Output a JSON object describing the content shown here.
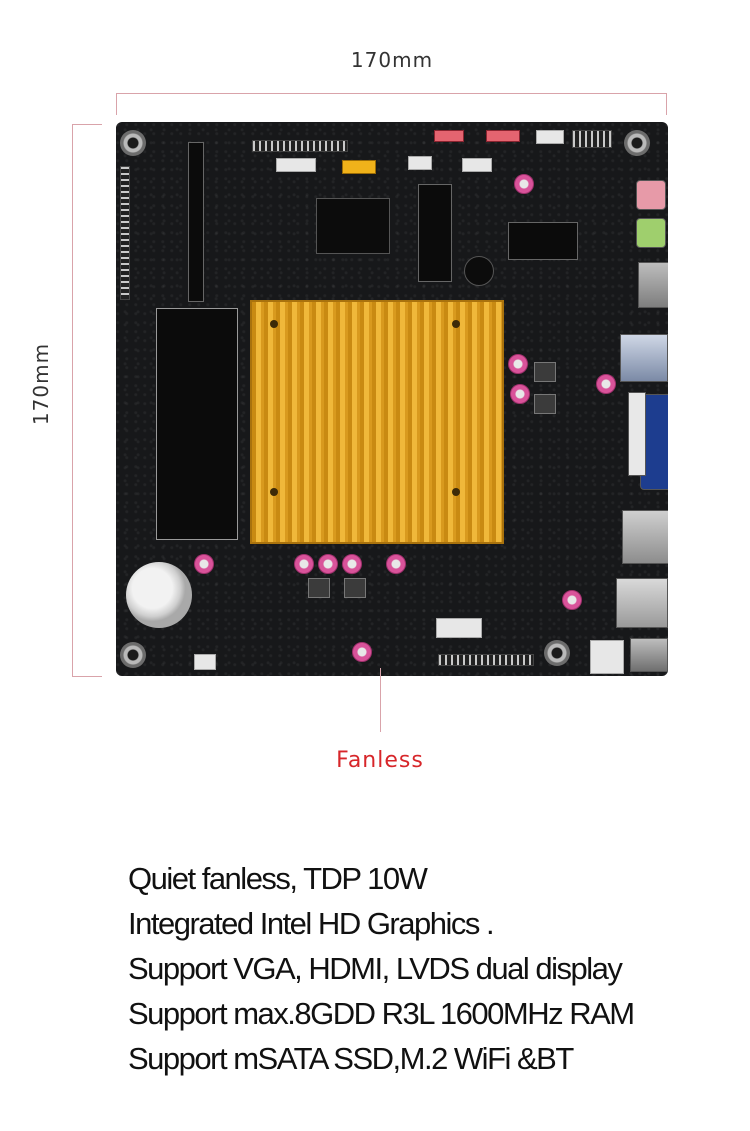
{
  "dimensions": {
    "width_label": "170mm",
    "height_label": "170mm"
  },
  "callout": {
    "label": "Fanless",
    "color": "#d7262a"
  },
  "board_image": {
    "subject": "mini-ITX-motherboard",
    "heatsink_color": "#f0b83a",
    "pcb_color": "#17181a"
  },
  "features": [
    "Quiet fanless, TDP 10W",
    "Integrated Intel HD Graphics .",
    "Support VGA, HDMI, LVDS dual display",
    "Support max.8GDD R3L 1600MHz RAM",
    "Support mSATA SSD,M.2 WiFi &BT"
  ]
}
